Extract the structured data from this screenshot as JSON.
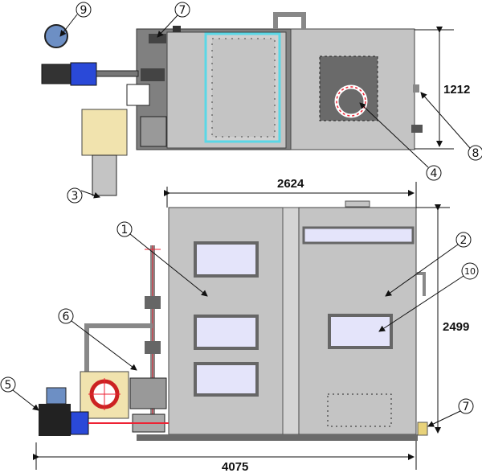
{
  "title": "Equipment layout drawing - top view and front view",
  "dimensions": {
    "depth": "1212",
    "tank_width": "2624",
    "height": "2499",
    "overall_length": "4075"
  },
  "callouts": {
    "c1": "1",
    "c2": "2",
    "c3": "3",
    "c4": "4",
    "c5": "5",
    "c6": "6",
    "c7_top": "7",
    "c7_bottom": "7",
    "c8": "8",
    "c9": "9",
    "c10": "10"
  },
  "colors": {
    "tank": "#c4c4c4",
    "frame": "#808080",
    "window": "#e4e4fa",
    "beige": "#f1e3ae",
    "motor_blue": "#2a49d8",
    "pump_blue": "#6d8fc4"
  }
}
